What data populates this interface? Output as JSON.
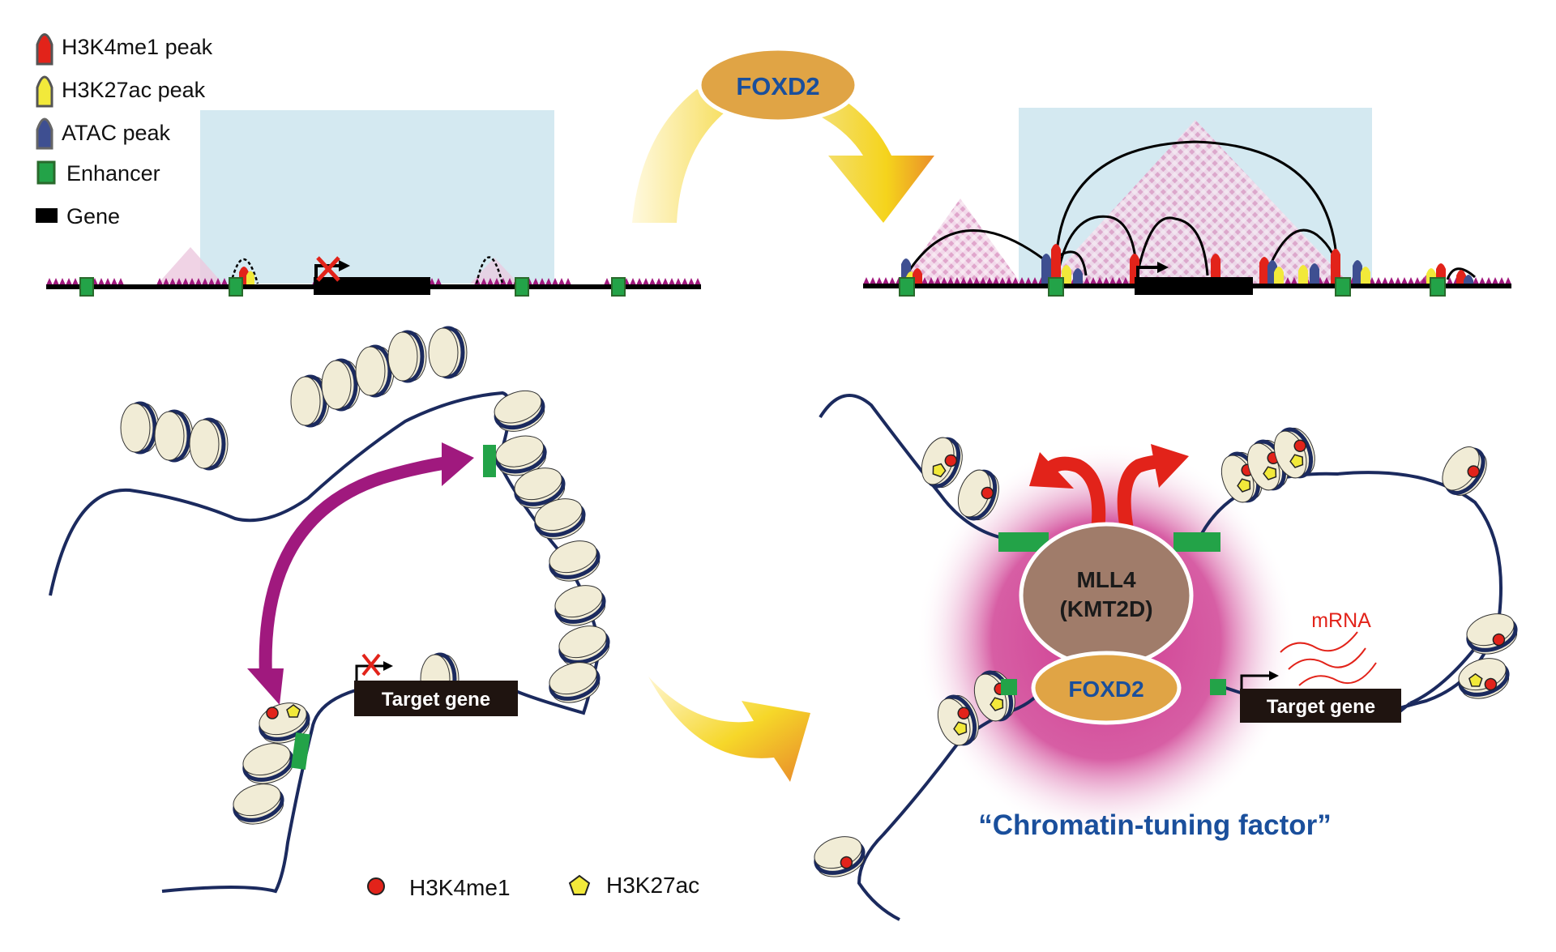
{
  "legend_top": {
    "items": [
      {
        "label": "H3K4me1 peak",
        "icon": "red-peak-icon",
        "color": "#e2231a"
      },
      {
        "label": "H3K27ac peak",
        "icon": "yellow-peak-icon",
        "color": "#f2e93a"
      },
      {
        "label": "ATAC peak",
        "icon": "blue-peak-icon",
        "color": "#4a5a94"
      },
      {
        "label": "Enhancer",
        "icon": "green-square-icon",
        "color": "#23a348"
      },
      {
        "label": "Gene",
        "icon": "black-bar-icon",
        "color": "#000000"
      }
    ]
  },
  "top_center": {
    "factor_label": "FOXD2",
    "factor_color": "#e0a445",
    "text_color": "#1a4f9c"
  },
  "bottom_left": {
    "gene_label": "Target gene",
    "gene_status": "repressed"
  },
  "bottom_right": {
    "complex_top": "MLL4",
    "complex_top_sub": "(KMT2D)",
    "complex_bottom": "FOXD2",
    "gene_label": "Target gene",
    "mrna_label": "mRNA",
    "caption": "“Chromatin-tuning factor”"
  },
  "legend_bottom": {
    "items": [
      {
        "label": "H3K4me1",
        "icon": "red-circle-icon",
        "color": "#e2231a"
      },
      {
        "label": "H3K27ac",
        "icon": "yellow-pentagon-icon",
        "color": "#f2e93a"
      }
    ]
  },
  "colors": {
    "dna": "#1b2a5e",
    "nucleosome": "#f1ecd6",
    "tad": "#d4e9f1",
    "magenta": "#a0197e",
    "glow": "#d6489b",
    "mll4": "#a07c6a",
    "red_arrow": "#e2231a"
  }
}
